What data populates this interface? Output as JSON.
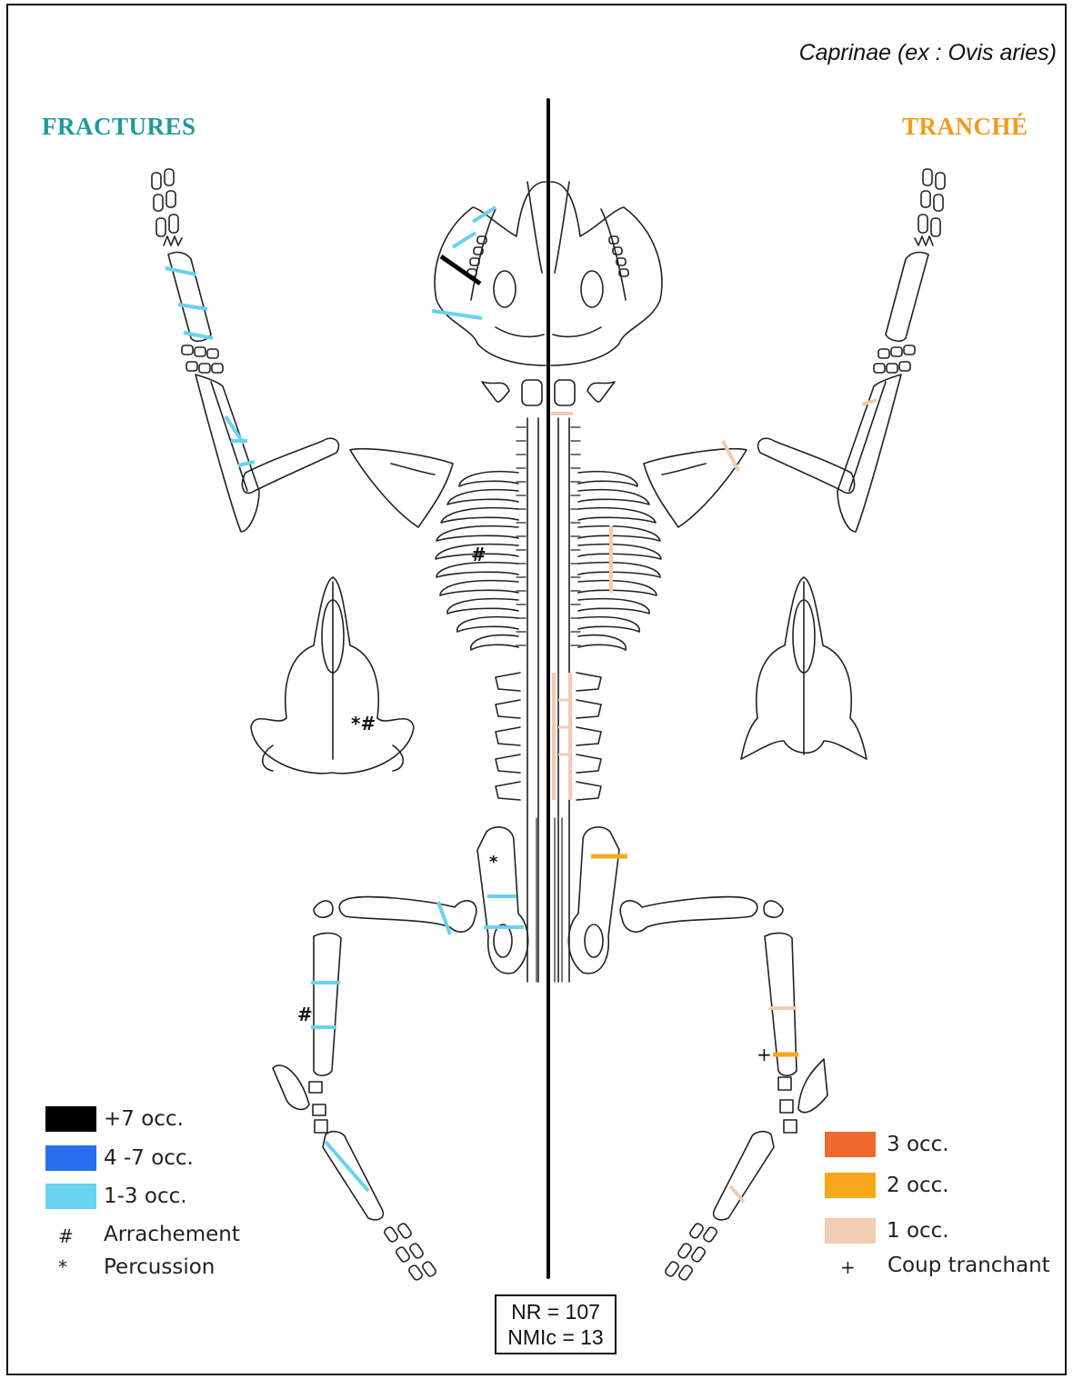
{
  "title": "Caprinae (ex : Ovis aries)",
  "left_heading": "FRACTURES",
  "right_heading": "TRANCHÉ",
  "colors": {
    "frac_high": "#000000",
    "frac_mid": "#2a6ef0",
    "frac_low": "#69d2ef",
    "cut_3": "#ee6a2c",
    "cut_2": "#f5a81c",
    "cut_1": "#f2cbb3",
    "outline": "#222222"
  },
  "legend_left": {
    "items": [
      {
        "label": "+7 occ.",
        "color": "#000000"
      },
      {
        "label": "4 -7 occ.",
        "color": "#2a6ef0"
      },
      {
        "label": "1-3 occ.",
        "color": "#69d2ef"
      }
    ],
    "symbols": [
      {
        "symbol": "#",
        "label": "Arrachement"
      },
      {
        "symbol": "*",
        "label": "Percussion"
      }
    ]
  },
  "legend_right": {
    "items": [
      {
        "label": "3 occ.",
        "color": "#ee6a2c"
      },
      {
        "label": "2 occ.",
        "color": "#f5a81c"
      },
      {
        "label": "1 occ.",
        "color": "#f2cbb3"
      }
    ],
    "symbols": [
      {
        "symbol": "+",
        "label": "Coup tranchant"
      }
    ]
  },
  "stats": {
    "nr": "NR = 107",
    "nmic": "NMIc = 13"
  },
  "marks": {
    "hash": "#",
    "star_hash": "*#",
    "star": "*",
    "plus": "+"
  }
}
